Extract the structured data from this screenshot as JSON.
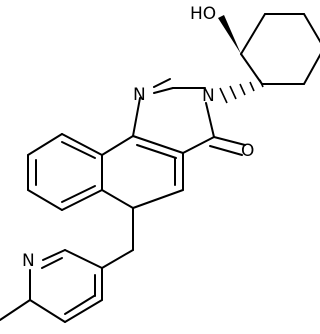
{
  "molecule": {
    "labels": {
      "hydroxyl": "HO",
      "pyrimidine_n1": "N",
      "pyrimidine_n3": "N",
      "carbonyl_o": "O",
      "pyridine_n": "N"
    }
  }
}
